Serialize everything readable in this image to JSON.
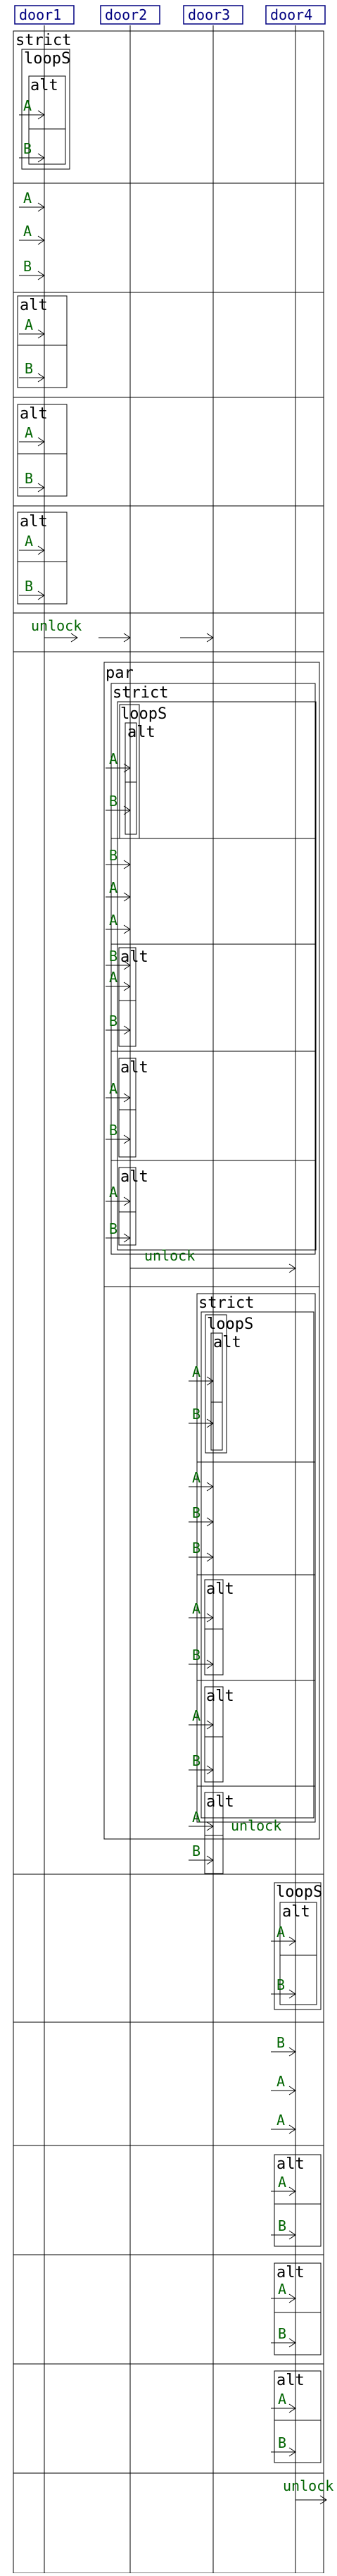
{
  "participants": [
    "door1",
    "door2",
    "door3",
    "door4"
  ],
  "labels": {
    "strict": "strict",
    "loop": "loopS",
    "alt": "alt",
    "par": "par",
    "unlock": "unlock",
    "a": "A",
    "b": "B"
  },
  "colors": {
    "header": "#000080",
    "message": "#006400",
    "lines": "#000000"
  }
}
